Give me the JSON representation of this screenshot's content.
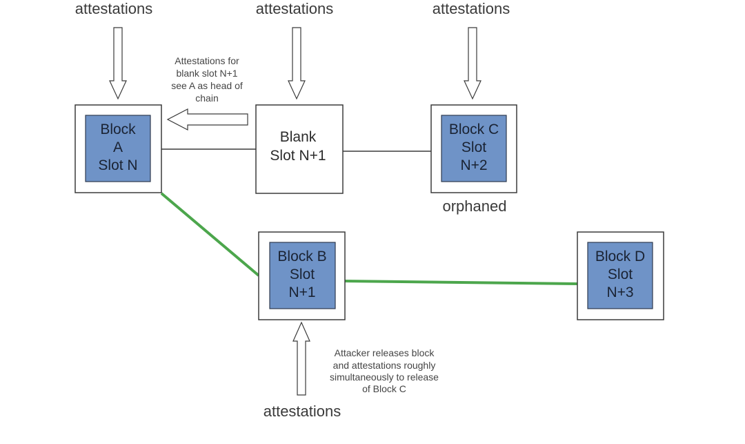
{
  "diagram": {
    "type": "blockchain-fork-attack",
    "colors": {
      "block_fill": "#6f93c7",
      "block_stroke": "#2e3a4d",
      "frame_stroke": "#3a3a3a",
      "canonical_link": "#4ca64c",
      "orphan_link": "#3a3a3a",
      "text": "#3a3a3a"
    },
    "attestation_labels": {
      "top_a": "attestations",
      "top_blank": "attestations",
      "top_c": "attestations",
      "bottom_b": "attestations"
    },
    "blocks": {
      "a": {
        "lines": [
          "Block",
          "A",
          "Slot N"
        ]
      },
      "blank": {
        "lines": [
          "Blank",
          "Slot N+1"
        ]
      },
      "c": {
        "lines": [
          "Block C",
          "Slot",
          "N+2"
        ],
        "status": "orphaned"
      },
      "b": {
        "lines": [
          "Block B",
          "Slot",
          "N+1"
        ]
      },
      "d": {
        "lines": [
          "Block D",
          "Slot",
          "N+3"
        ]
      }
    },
    "notes": {
      "blank_attestations": [
        "Attestations for",
        "blank slot N+1",
        "see A as head of",
        "chain"
      ],
      "attacker": [
        "Attacker releases block",
        "and attestations roughly",
        "simultaneously to release",
        "of Block C"
      ]
    },
    "links": [
      {
        "from": "a",
        "to": "blank",
        "kind": "original-chain"
      },
      {
        "from": "blank",
        "to": "c",
        "kind": "original-chain"
      },
      {
        "from": "a",
        "to": "b",
        "kind": "canonical"
      },
      {
        "from": "b",
        "to": "d",
        "kind": "canonical"
      }
    ]
  }
}
